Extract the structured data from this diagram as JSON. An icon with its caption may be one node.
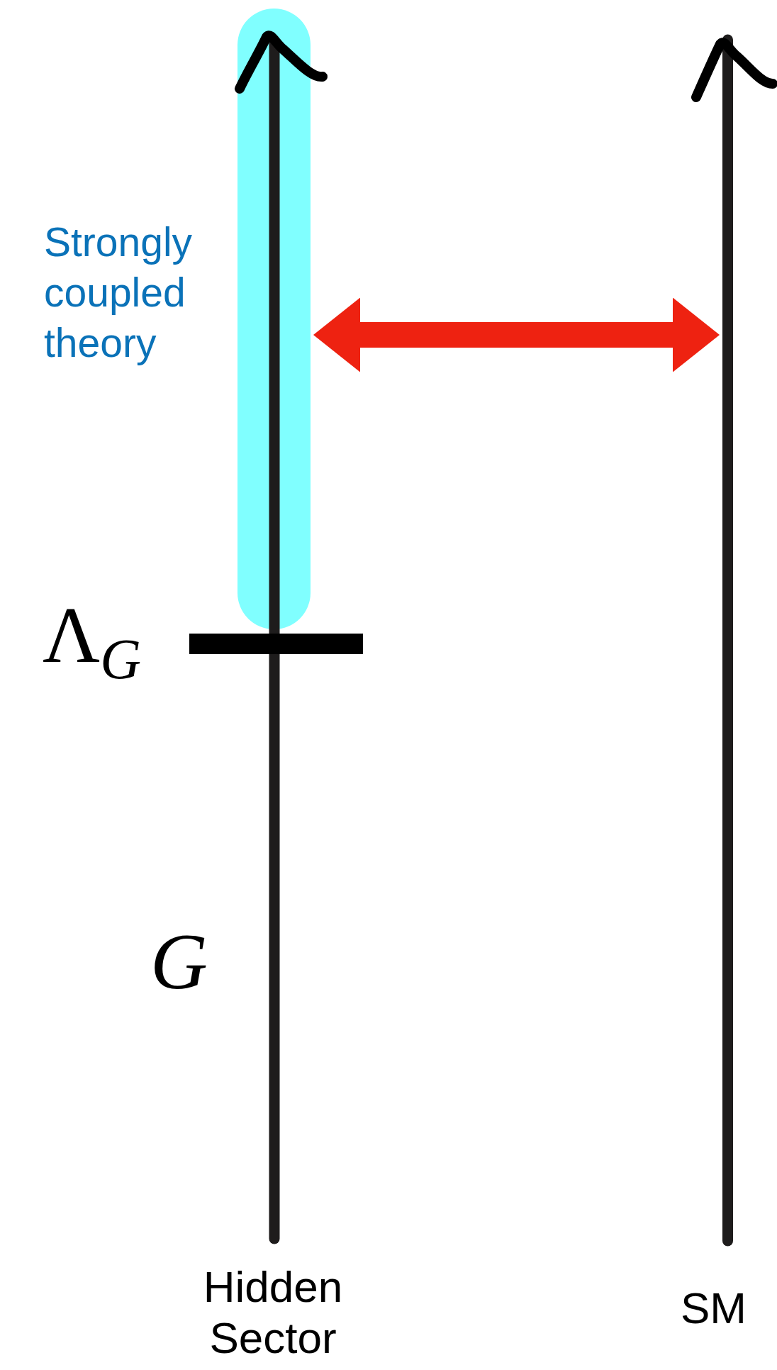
{
  "diagram": {
    "nodes": [
      {
        "text": [],
        "shape": "bar",
        "beside": [
          "Strongly coupled theory"
        ]
      },
      {
        "text": [],
        "shape": "line"
      }
    ],
    "edges": [
      {
        "from": 0,
        "to": 1,
        "arrow": "both",
        "color": "#ee2211"
      }
    ],
    "labels": [
      "Λ$_{G}$",
      "G",
      "Hidden Sector",
      "SM"
    ]
  }
}
